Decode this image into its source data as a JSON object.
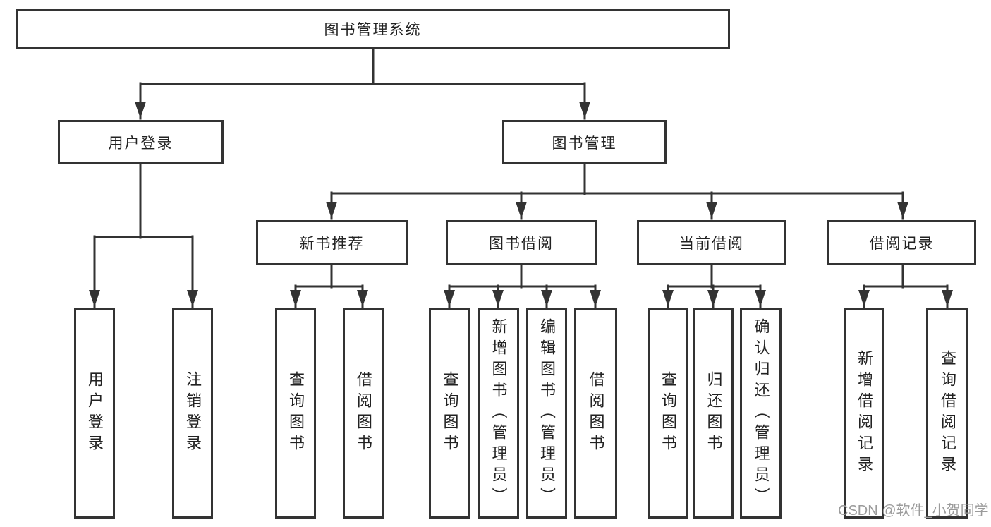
{
  "colors": {
    "line": "#333333",
    "box_border": "#333333",
    "box_fill": "#ffffff",
    "text": "#222222",
    "watermark": "#9b9b9b",
    "background": "#ffffff"
  },
  "diagram": {
    "type": "tree",
    "nodes": {
      "root": {
        "label": "图书管理系统"
      },
      "user_login": {
        "label": "用户登录"
      },
      "book_mgmt": {
        "label": "图书管理"
      },
      "new_book_rec": {
        "label": "新书推荐"
      },
      "book_borrow": {
        "label": "图书借阅"
      },
      "current_borrow": {
        "label": "当前借阅"
      },
      "borrow_records": {
        "label": "借阅记录"
      },
      "ul_user_login": {
        "label": "用户登录"
      },
      "ul_logout": {
        "label": "注销登录"
      },
      "nbr_query_books": {
        "label": "查询图书"
      },
      "nbr_borrow_books": {
        "label": "借阅图书"
      },
      "bb_query_books": {
        "label": "查询图书"
      },
      "bb_add_books": {
        "label": "新增图书（管理员）"
      },
      "bb_edit_books": {
        "label": "编辑图书（管理员）"
      },
      "bb_borrow_books": {
        "label": "借阅图书"
      },
      "cb_query_books": {
        "label": "查询图书"
      },
      "cb_return_books": {
        "label": "归还图书"
      },
      "cb_confirm_return": {
        "label": "确认归还（管理员）"
      },
      "br_add_record": {
        "label": "新增借阅记录"
      },
      "br_query_record": {
        "label": "查询借阅记录"
      }
    },
    "edges": [
      [
        "root",
        "user_login"
      ],
      [
        "root",
        "book_mgmt"
      ],
      [
        "user_login",
        "ul_user_login"
      ],
      [
        "user_login",
        "ul_logout"
      ],
      [
        "book_mgmt",
        "new_book_rec"
      ],
      [
        "book_mgmt",
        "book_borrow"
      ],
      [
        "book_mgmt",
        "current_borrow"
      ],
      [
        "book_mgmt",
        "borrow_records"
      ],
      [
        "new_book_rec",
        "nbr_query_books"
      ],
      [
        "new_book_rec",
        "nbr_borrow_books"
      ],
      [
        "book_borrow",
        "bb_query_books"
      ],
      [
        "book_borrow",
        "bb_add_books"
      ],
      [
        "book_borrow",
        "bb_edit_books"
      ],
      [
        "book_borrow",
        "bb_borrow_books"
      ],
      [
        "current_borrow",
        "cb_query_books"
      ],
      [
        "current_borrow",
        "cb_return_books"
      ],
      [
        "current_borrow",
        "cb_confirm_return"
      ],
      [
        "borrow_records",
        "br_add_record"
      ],
      [
        "borrow_records",
        "br_query_record"
      ]
    ]
  },
  "watermark": {
    "text": "CSDN @软件_小贺同学"
  }
}
